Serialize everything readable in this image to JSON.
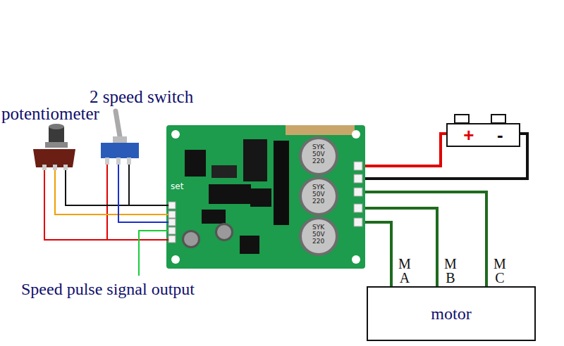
{
  "diagram": {
    "nodes": [
      {
        "text": [
          "set"
        ]
      },
      {
        "text": [
          "+",
          "-"
        ]
      },
      {
        "text": [
          "motor"
        ]
      }
    ],
    "edges": [
      {
        "from": 1,
        "to": 0,
        "arrow": "none"
      },
      {
        "from": 1,
        "to": 0,
        "arrow": "none"
      },
      {
        "from": 0,
        "to": 2,
        "arrow": "none",
        "label": "M A"
      },
      {
        "from": 0,
        "to": 2,
        "arrow": "none",
        "label": "M B"
      },
      {
        "from": 0,
        "to": 2,
        "arrow": "none",
        "label": "M C"
      }
    ],
    "labels": [
      "potentiometer",
      "2 speed switch",
      "Speed pulse signal output",
      "SYK",
      "50V",
      "220",
      "SYK",
      "50V",
      "220",
      "SYK",
      "50V",
      "220"
    ]
  }
}
